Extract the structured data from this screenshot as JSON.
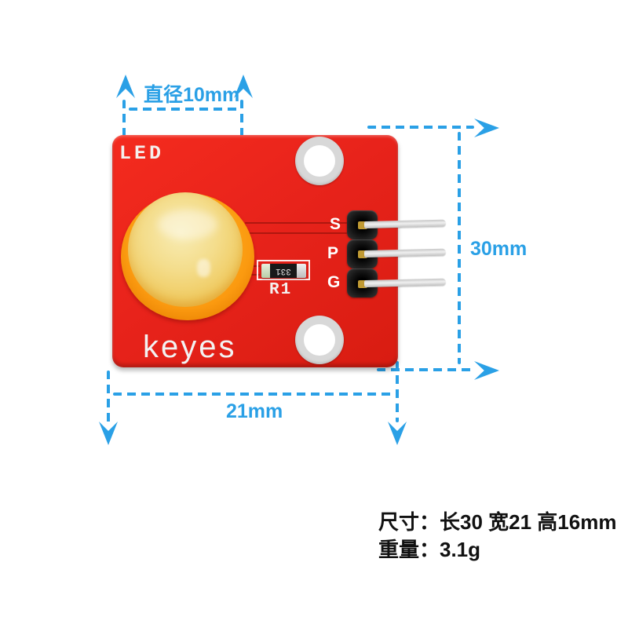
{
  "colors": {
    "accent": "#2aa0e6",
    "board_red": "#e8231b",
    "led_yellow": "#f0cd66"
  },
  "annotations": {
    "diameter_label": "直径10mm",
    "height_label": "30mm",
    "width_label": "21mm"
  },
  "module": {
    "silkscreen_label": "LED",
    "brand": "keyes",
    "resistor": {
      "designator": "R1",
      "value": "331"
    },
    "pins": [
      {
        "label": "S"
      },
      {
        "label": "P"
      },
      {
        "label": "G"
      }
    ]
  },
  "specs": {
    "size_line": "尺寸：长30 宽21 高16mm",
    "weight_line": "重量：3.1g"
  }
}
